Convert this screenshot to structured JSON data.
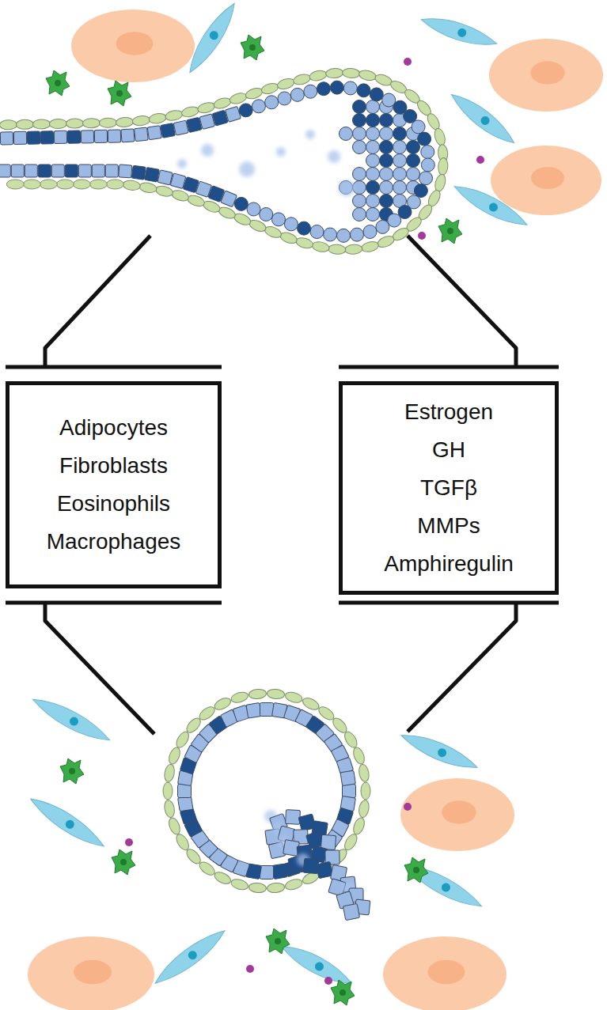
{
  "diagram": {
    "nodes": [
      {
        "text": [
          "Adipocytes",
          "Fibroblasts",
          "Eosinophils",
          "Macrophages"
        ]
      },
      {
        "text": [
          "Estrogen",
          "GH",
          "TGFβ",
          "MMPs",
          "Amphiregulin"
        ]
      }
    ]
  }
}
